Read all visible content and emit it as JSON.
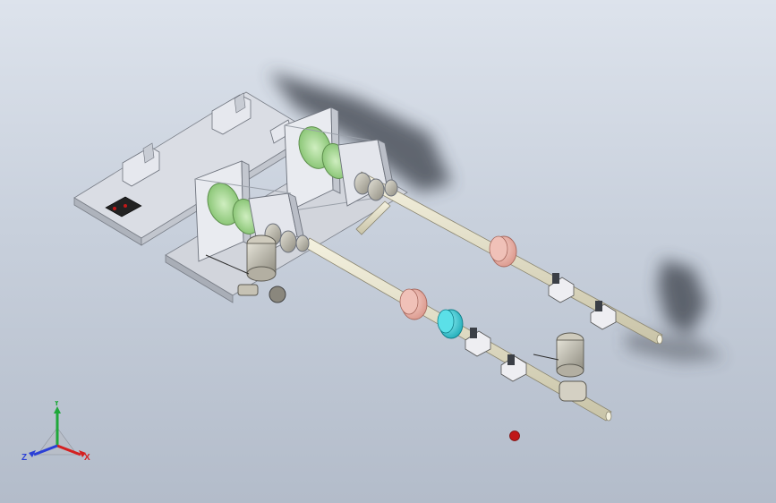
{
  "viewport": {
    "background_top": "#dde3ec",
    "background_bottom": "#b3bcca"
  },
  "model": {
    "base_plate_color": "#d8dbe2",
    "coil_color": "#9fd08a",
    "shaft_color": "#e4e0cc",
    "flange_pink_color": "#eab1a6",
    "flange_cyan_color": "#33c7d2",
    "marker_color": "#c01818",
    "shadow_color": "#3a3f48"
  },
  "triad": {
    "x_label": "X",
    "y_label": "Y",
    "z_label": "Z",
    "x_color": "#d42020",
    "y_color": "#1fa83a",
    "z_color": "#2a3fd6"
  }
}
